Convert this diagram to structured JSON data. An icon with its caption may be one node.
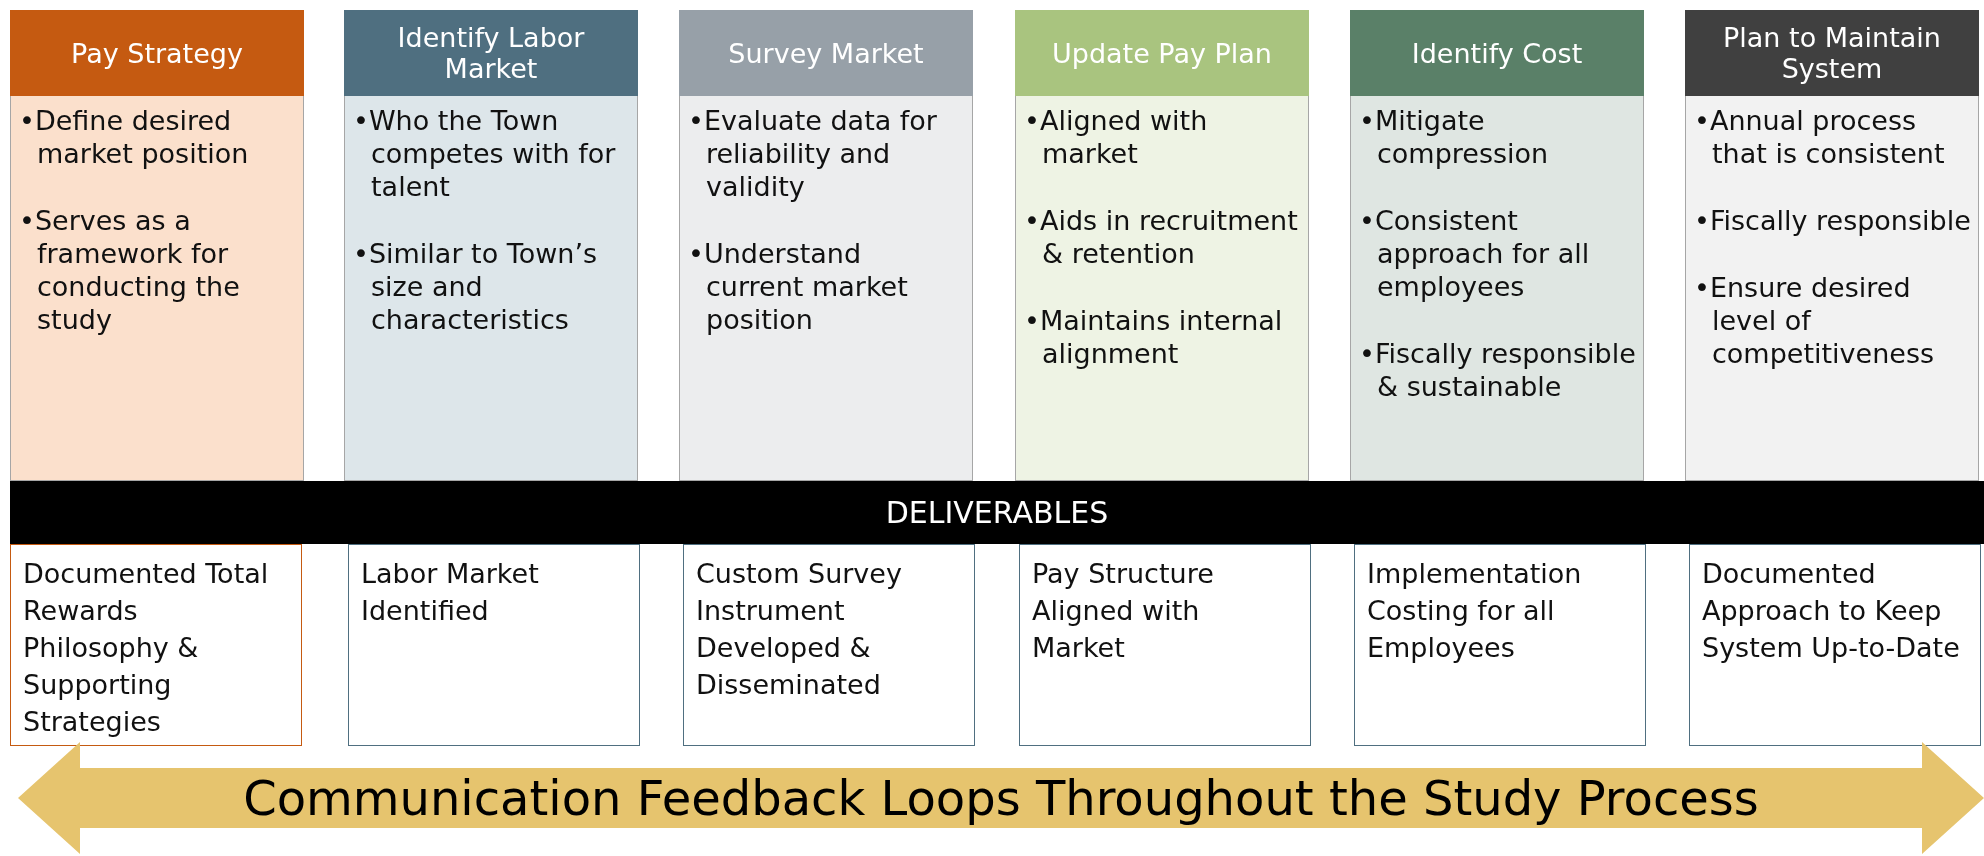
{
  "diagram": {
    "nodes": [
      {
        "text": [
          "Pay Strategy",
          "•Define desired market position",
          "•Serves as a framework for conducting the study"
        ]
      },
      {
        "text": [
          "Identify Labor Market",
          "•Who the Town competes with for talent",
          "•Similar to Town’s size and characteristics"
        ]
      },
      {
        "text": [
          "Survey Market",
          "•Evaluate data for reliability and validity",
          "•Understand current market position"
        ]
      },
      {
        "text": [
          "Update Pay Plan",
          "•Aligned with market",
          "•Aids in recruitment & retention",
          "•Maintains internal alignment"
        ]
      },
      {
        "text": [
          "Identify Cost",
          "•Mitigate compression",
          "•Consistent approach for all employees",
          "•Fiscally responsible & sustainable"
        ]
      },
      {
        "text": [
          "Plan to Maintain System",
          "•Annual process that is consistent",
          "•Fiscally responsible",
          "•Ensure desired level of competitiveness"
        ]
      },
      {
        "text": [
          "DELIVERABLES"
        ]
      },
      {
        "text": [
          "Documented Total Rewards Philosophy & Supporting Strategies"
        ]
      },
      {
        "text": [
          "Labor Market Identified"
        ]
      },
      {
        "text": [
          "Custom Survey Instrument Developed & Disseminated"
        ]
      },
      {
        "text": [
          "Pay Structure Aligned with Market"
        ]
      },
      {
        "text": [
          "Implementation Costing for all Employees"
        ]
      },
      {
        "text": [
          "Documented Approach to Keep System Up-to-Date"
        ]
      },
      {
        "text": [
          "Communication Feedback Loops Throughout the Study Process"
        ]
      }
    ],
    "edges": []
  }
}
